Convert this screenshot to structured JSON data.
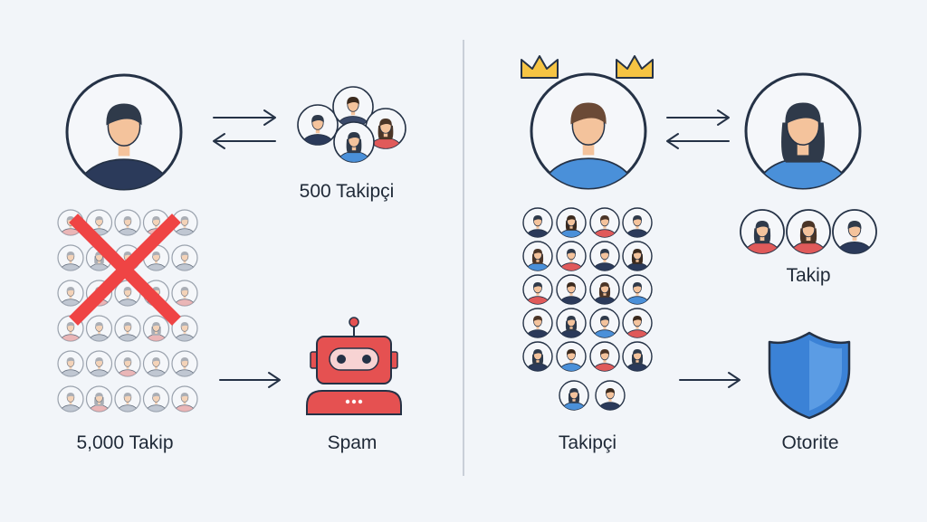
{
  "colors": {
    "background": "#f2f5f9",
    "skin": "#f4c39c",
    "hair_dark": "#2f3a4a",
    "shirt_navy": "#2b3a5a",
    "shirt_blue": "#4a90d9",
    "cross_red": "#ef4444",
    "robot_red": "#e55151",
    "shield_blue": "#3b82d6",
    "outline": "#253246",
    "crown_yellow": "#f6c443"
  },
  "left_panel": {
    "followers_label": "500 Takipçi",
    "following_label": "5,000 Takip",
    "spam_label": "Spam",
    "icons": [
      "user-avatar-icon",
      "swap-arrows-icon",
      "follower-group-icon",
      "cross-icon",
      "arrow-right-icon",
      "robot-icon"
    ]
  },
  "right_panel": {
    "followers_label": "Takipçi",
    "following_label": "Takip",
    "authority_label": "Otorite",
    "icons": [
      "crown-icon",
      "user-avatar-icon",
      "swap-arrows-icon",
      "female-avatar-icon",
      "arrow-right-icon",
      "shield-icon"
    ]
  }
}
